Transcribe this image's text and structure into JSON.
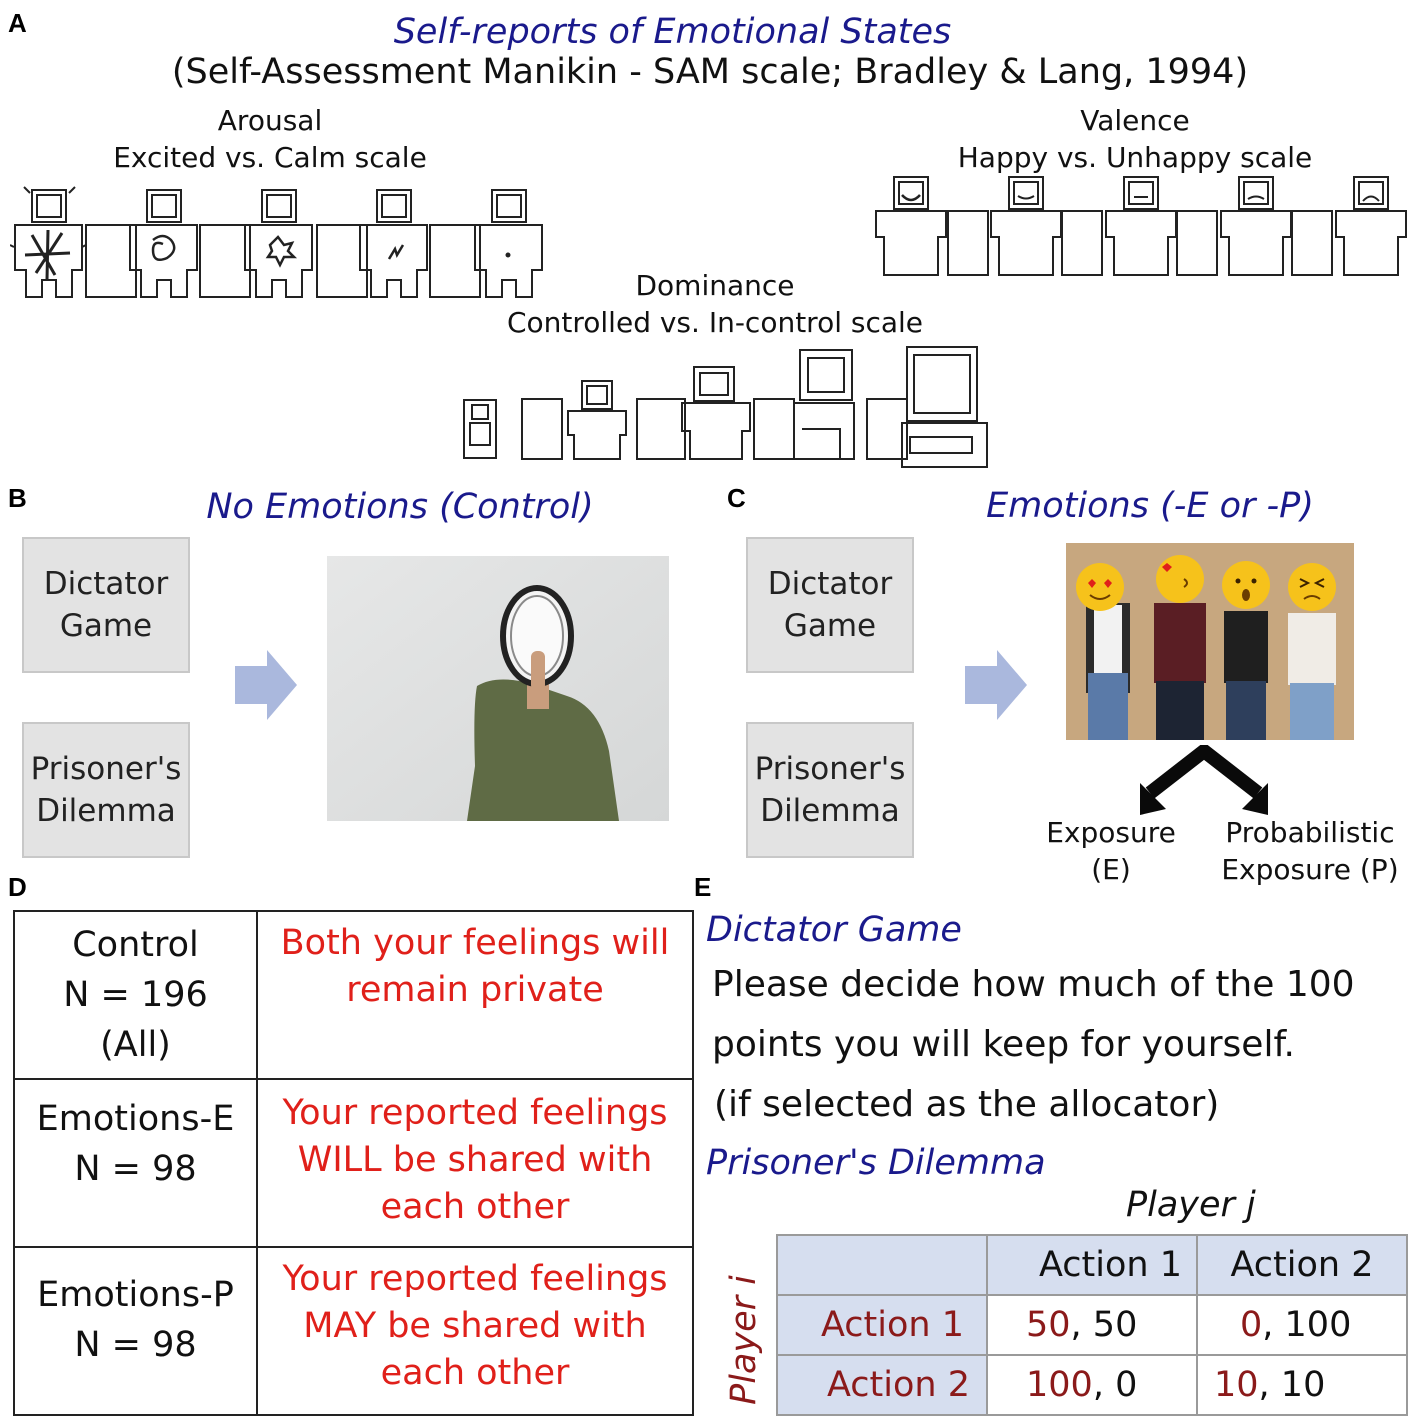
{
  "panels": {
    "a": "A",
    "b": "B",
    "c": "C",
    "d": "D",
    "e": "E"
  },
  "panel_a": {
    "title": "Self-reports of Emotional States",
    "subtitle": "(Self-Assessment Manikin - SAM scale; Bradley & Lang, 1994)",
    "arousal_title": "Arousal",
    "arousal_scale": "Excited vs. Calm scale",
    "valence_title": "Valence",
    "valence_scale": "Happy vs. Unhappy scale",
    "dominance_title": "Dominance",
    "dominance_scale": "Controlled vs. In-control scale"
  },
  "panel_b": {
    "title": "No Emotions (Control)",
    "game1": "Dictator\nGame",
    "game2": "Prisoner's\nDilemma"
  },
  "panel_c": {
    "title": "Emotions (-E or -P)",
    "game1": "Dictator\nGame",
    "game2": "Prisoner's\nDilemma",
    "branch_left": "Exposure\n(E)",
    "branch_right": "Probabilistic\nExposure (P)"
  },
  "panel_d": {
    "rows": [
      {
        "group": "Control",
        "n": "N = 196",
        "extra": "(All)",
        "message": "Both your feelings will\nremain private"
      },
      {
        "group": "Emotions-E",
        "n": "N = 98",
        "extra": "",
        "message": "Your reported feelings\nWILL be shared with\neach other"
      },
      {
        "group": "Emotions-P",
        "n": "N = 98",
        "extra": "",
        "message": "Your reported feelings\nMAY be shared with\neach other"
      }
    ]
  },
  "panel_e": {
    "dg_title": "Dictator Game",
    "dg_line1": "Please decide how much of the 100",
    "dg_line2": "points you will keep for yourself.",
    "dg_line3": "(if selected as the allocator)",
    "pd_title": "Prisoner's Dilemma",
    "player_j": "Player j",
    "player_i": "Player i",
    "col1": "Action 1",
    "col2": "Action 2",
    "row1": "Action 1",
    "row2": "Action 2",
    "payoffs": {
      "r1c1_i": "50",
      "r1c1_j": ", 50",
      "r1c2_i": "0",
      "r1c2_j": ", 100",
      "r2c1_i": "100",
      "r2c1_j": ", 0",
      "r2c2_i": "10",
      "r2c2_j": ", 10"
    }
  },
  "colors": {
    "title_blue": "#1a1a8c",
    "message_red": "#e0201a",
    "payoff_red": "#8b1a1a",
    "header_fill": "#d6deef",
    "arrow_fill": "#aab8dd"
  }
}
